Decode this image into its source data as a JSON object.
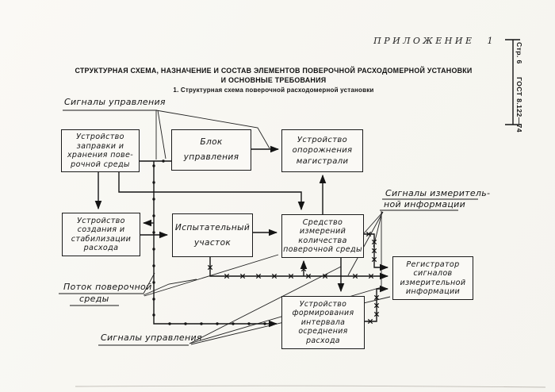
{
  "page": {
    "appendix": "ПРИЛОЖЕНИЕ 1",
    "side_page": "Стр. 6",
    "side_standard": "ГОСТ 8.122—74",
    "title_line1": "СТРУКТУРНАЯ СХЕМА, НАЗНАЧЕНИЕ И СОСТАВ ЭЛЕМЕНТОВ  ПОВЕРОЧНОЙ РАСХОДОМЕРНОЙ УСТАНОВКИ",
    "title_line2": "И ОСНОВНЫЕ ТРЕБОВАНИЯ",
    "figure_caption": "1. Структурная схема поверочной расходомерной установки"
  },
  "diagram": {
    "boxes": [
      {
        "id": "filling-storage-device",
        "l1": "Устройство",
        "l2": "заправки и",
        "l3": "хранения пове-",
        "l4": "рочной среды"
      },
      {
        "id": "control-unit",
        "l1": "Блок",
        "l2": "управления"
      },
      {
        "id": "line-emptying-device",
        "l1": "Устройство",
        "l2": "опорожнения",
        "l3": "магистрали"
      },
      {
        "id": "flow-creation-stabilization-device",
        "l1": "Устройство",
        "l2": "создания и",
        "l3": "стабилизации",
        "l4": "расхода"
      },
      {
        "id": "test-section",
        "l1": "Испытательный",
        "l2": "участок"
      },
      {
        "id": "quantity-measuring-means",
        "l1": "Средство",
        "l2": "измерений",
        "l3": "количества",
        "l4": "поверочной среды"
      },
      {
        "id": "signal-recorder",
        "l1": "Регистратор",
        "l2": "сигналов",
        "l3": "измерительной",
        "l4": "информации"
      },
      {
        "id": "averaging-interval-device",
        "l1": "Устройство",
        "l2": "формирования",
        "l3": "интервала",
        "l4": "осреднения",
        "l5": "расхода"
      }
    ],
    "labels": {
      "control_top": "Сигналы управления",
      "flow1": "Поток поверочной",
      "flow2": "среды",
      "control_bottom": "Сигналы управления",
      "meas1": "Сигналы измеритель-",
      "meas2": "ной информации"
    }
  }
}
